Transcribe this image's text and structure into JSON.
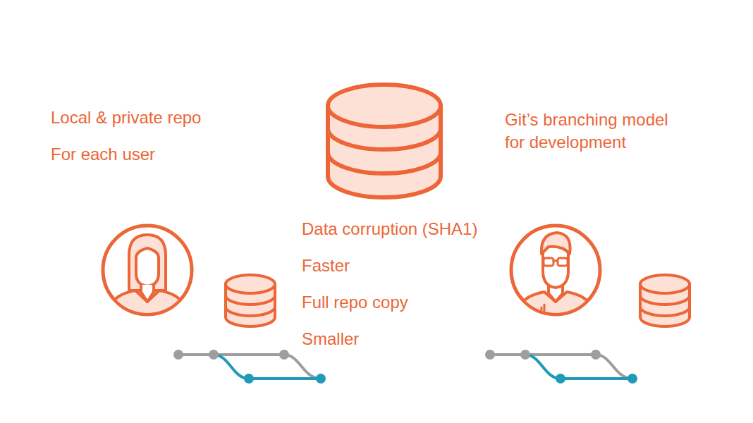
{
  "diagram": {
    "labels": [
      "Local & private repo",
      "For each user",
      "Git’s branching model for development",
      "Data corruption (SHA1)",
      "Faster",
      "Full repo copy",
      "Smaller"
    ]
  }
}
